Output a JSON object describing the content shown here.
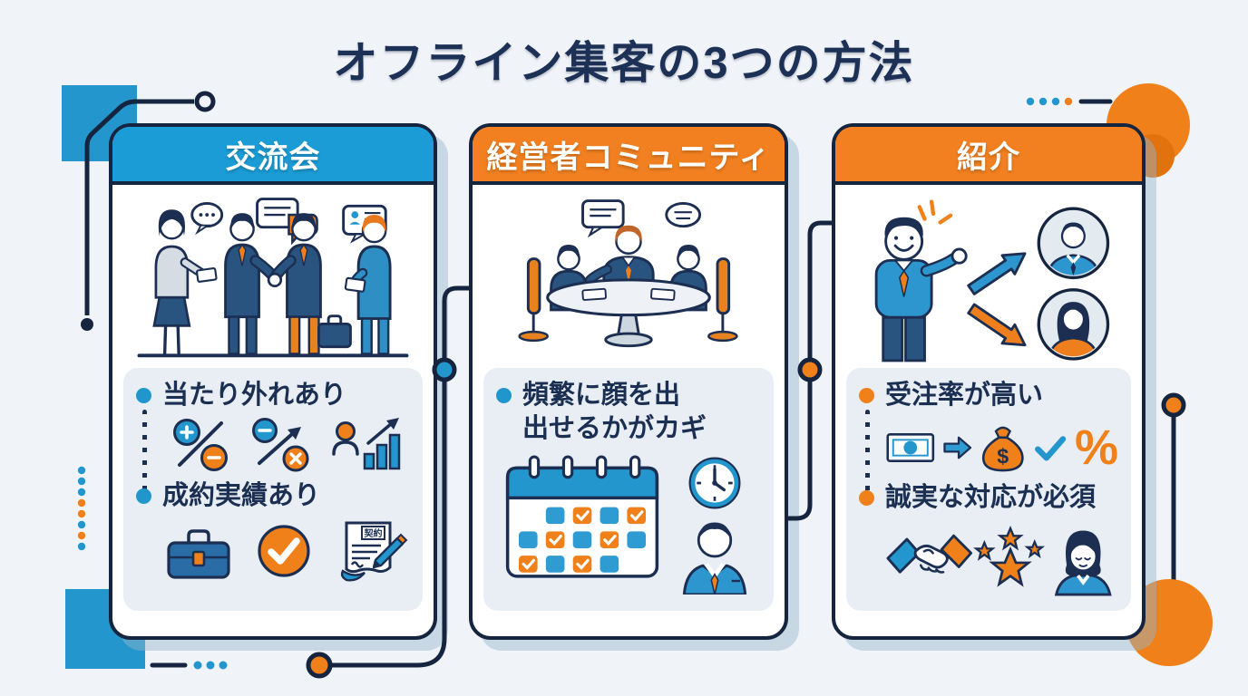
{
  "page": {
    "title": "オフライン集客の3つの方法"
  },
  "colors": {
    "navy_border": "#15243f",
    "text_navy": "#1b2f52",
    "blue_accent": "#1b9cd6",
    "orange_accent": "#f08019",
    "panel_bg": "#e9eef4",
    "page_bg": "#f0f3f7",
    "card_shadow": "#94b5cd"
  },
  "decorations": [
    "circuit-line-top-left",
    "accent-square-top-left",
    "accent-square-bottom-left",
    "dotted-line-left",
    "accent-circles-top-right",
    "accent-circle-bottom-right",
    "connector-card1-card2",
    "connector-card2-card3",
    "dash-dots-bottom",
    "dash-dots-top-right"
  ],
  "cards": [
    {
      "title": "交流会",
      "theme": "blue",
      "illustration": "networking-handshake",
      "contract_label": "契約",
      "points": [
        {
          "lines": [
            "当たり外れあり"
          ],
          "icons": [
            "plus-minus-odds-icon",
            "trend-risk-icon",
            "person-growth-chart-icon"
          ]
        },
        {
          "lines": [
            "成約実績あり"
          ],
          "icons": [
            "briefcase-icon",
            "check-circle-icon",
            "signed-contract-icon"
          ]
        }
      ]
    },
    {
      "title": "経営者コミュニティ",
      "theme": "orange",
      "illustration": "roundtable-meeting",
      "points": [
        {
          "lines": [
            "頻繁に顔を出",
            "出せるかがカギ"
          ],
          "icons": [
            "calendar-checks-icon",
            "clock-icon",
            "businessman-icon"
          ]
        }
      ]
    },
    {
      "title": "紹介",
      "theme": "orange",
      "illustration": "referral-arrows",
      "money_symbol": "$",
      "percent_symbol": "%",
      "points": [
        {
          "lines": [
            "受注率が高い"
          ],
          "icons": [
            "banknote-icon",
            "flow-arrow-icon",
            "money-bag-icon",
            "check-mark-icon",
            "percent-icon"
          ]
        },
        {
          "lines": [
            "誠実な対応が必須"
          ],
          "icons": [
            "handshake-icon",
            "rating-stars-icon",
            "bowing-person-icon"
          ]
        }
      ]
    }
  ]
}
